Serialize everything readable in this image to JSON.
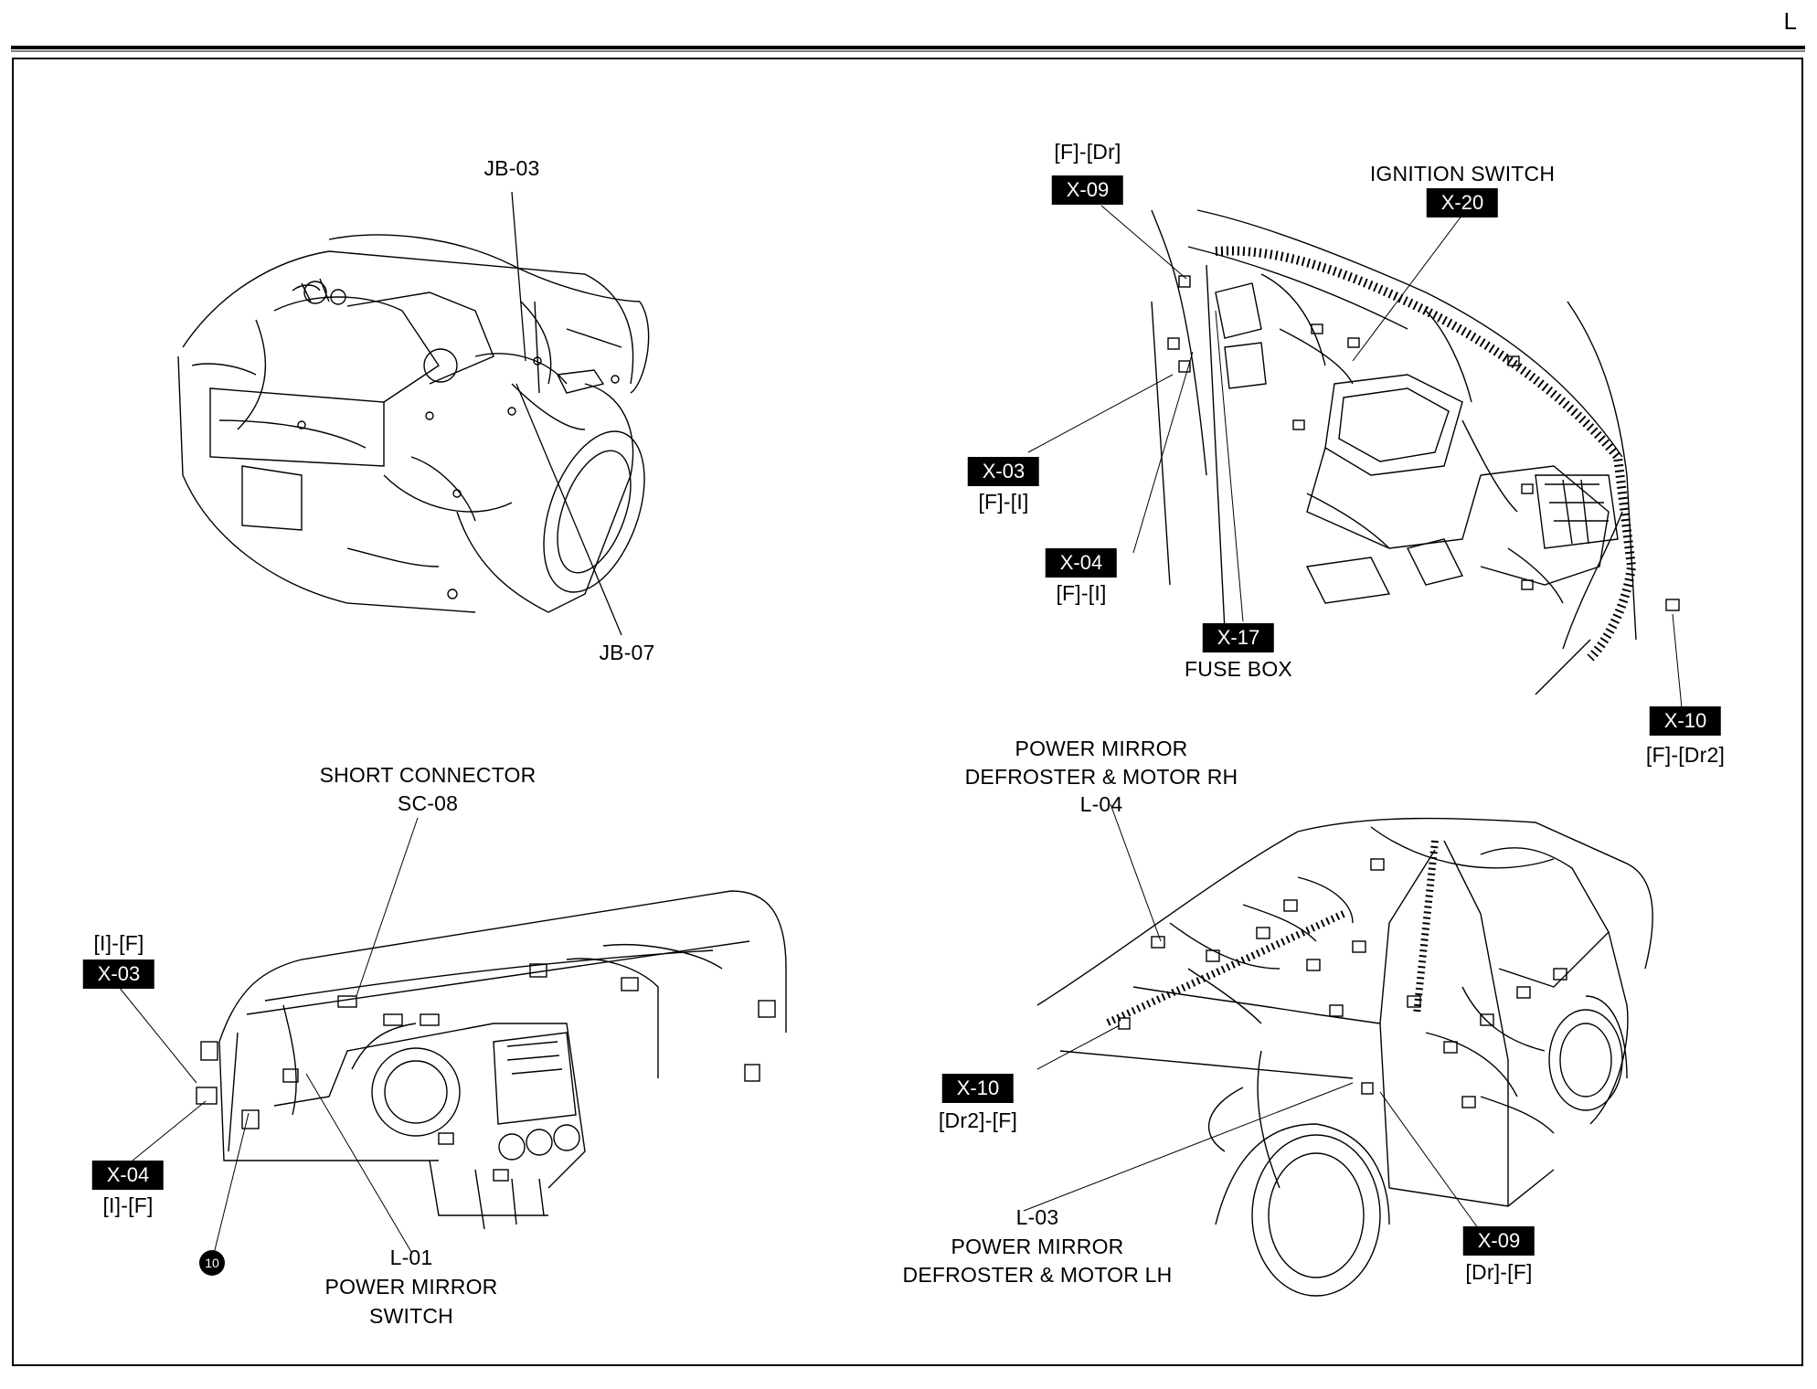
{
  "page_marker": "L",
  "labels": {
    "jb03": "JB-03",
    "jb07": "JB-07",
    "f_dr": "[F]-[Dr]",
    "ignition_switch": "IGNITION SWITCH",
    "f_i_a": "[F]-[I]",
    "f_i_b": "[F]-[I]",
    "fuse_box": "FUSE BOX",
    "f_dr2": "[F]-[Dr2]",
    "short_connector": "SHORT CONNECTOR",
    "sc08": "SC-08",
    "i_f_top": "[I]-[F]",
    "i_f_bottom": "[I]-[F]",
    "l01": "L-01",
    "power_mirror_switch_1": "POWER MIRROR",
    "power_mirror_switch_2": "SWITCH",
    "rh_1": "POWER MIRROR",
    "rh_2": "DEFROSTER & MOTOR RH",
    "l04": "L-04",
    "dr2_f": "[Dr2]-[F]",
    "l03": "L-03",
    "lh_1": "POWER MIRROR",
    "lh_2": "DEFROSTER & MOTOR LH",
    "dr_f": "[Dr]-[F]",
    "badge_10": "10"
  },
  "tags": {
    "x09_top": "X-09",
    "x20": "X-20",
    "x03_top": "X-03",
    "x04_top": "X-04",
    "x17": "X-17",
    "x10_top": "X-10",
    "x03_bottom": "X-03",
    "x04_bottom": "X-04",
    "x10_bottom": "X-10",
    "x09_bottom": "X-09"
  }
}
